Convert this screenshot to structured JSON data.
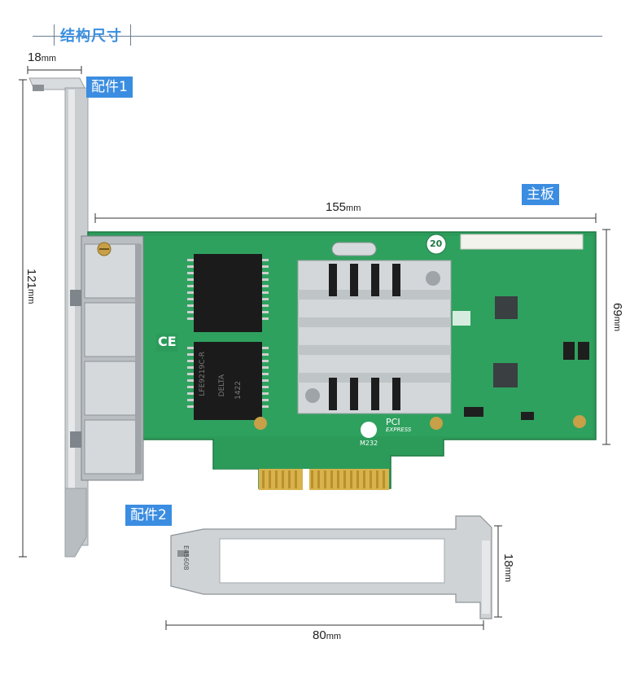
{
  "header": {
    "title": "结构尺寸"
  },
  "labels": {
    "part1": "配件1",
    "part2": "配件2",
    "board": "主板"
  },
  "dimensions": {
    "bracket1_width": "18",
    "bracket1_height": "121",
    "board_length": "155",
    "board_height": "69",
    "bracket2_length": "80",
    "bracket2_height": "18",
    "unit": "mm"
  },
  "board_marks": {
    "chip_text_1": "LFE9219C-R",
    "chip_text_2": "DELTA",
    "chip_text_3": "1422",
    "pcie_logo": "PCI",
    "pcie_sub": "EXPRESS",
    "ce_mark": "CE",
    "code_label": "M232",
    "badge": "20"
  },
  "bracket2_marks": {
    "text": "E45608"
  }
}
